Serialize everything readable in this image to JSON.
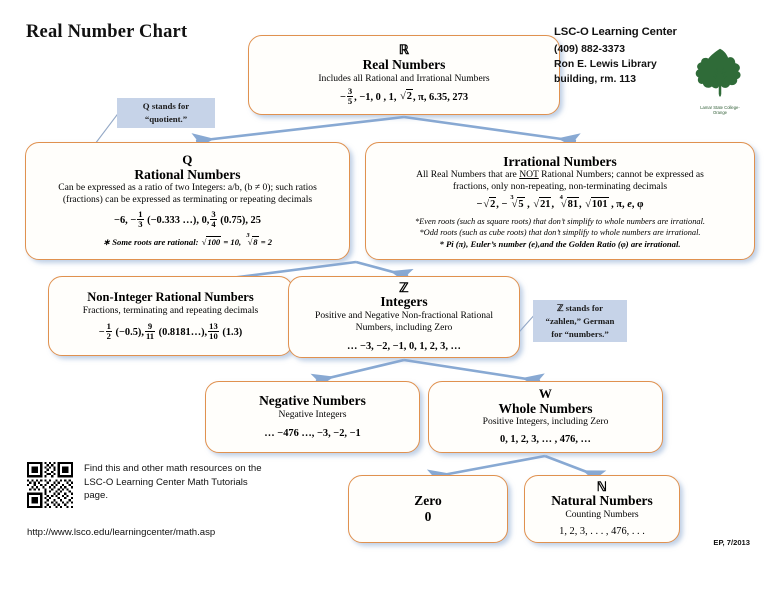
{
  "page": {
    "title": "Real Number Chart",
    "credit": "EP, 7/2013",
    "url": "http://www.lsco.edu/learningcenter/math.asp",
    "qr_text": "Find this and other math resources on the LSC-O Learning Center Math Tutorials page.",
    "accent_border": "#e0914f",
    "arrow_color": "#88a9d3",
    "callout_bg": "#c6d3e8",
    "logo_color": "#2f6b38"
  },
  "header": {
    "org": "LSC-O Learning Center",
    "phone": "(409) 882-3373",
    "address_line1": "Ron E. Lewis Library",
    "address_line2": "building, rm. 113",
    "logo_caption_line1": "Lamar State College-",
    "logo_caption_line2": "Orange"
  },
  "callouts": [
    {
      "id": "q-callout",
      "line1": "Q stands for",
      "line2": "“quotient.”"
    },
    {
      "id": "z-callout",
      "line1": "ℤ stands for",
      "line2": "“zahlen,” German",
      "line3": "for “numbers.”"
    }
  ],
  "boxes": {
    "real": {
      "symbol": "ℝ",
      "title": "Real Numbers",
      "desc": "Includes all Rational and Irrational Numbers",
      "examples": "− 3/5 , −1, 0 , 1, √2, π, 6.35, 273"
    },
    "rational": {
      "symbol": "Q",
      "title": "Rational Numbers",
      "desc_line1": "Can be expressed as a ratio of two Integers: a/b, (b ≠ 0); such ratios",
      "desc_line2": "(fractions) can be expressed as terminating or repeating decimals",
      "examples": "−6, − 1/3 (−0.333 …), 0, 3/4 (0.75), 25",
      "note": "* Some roots are rational: √100 = 10, ∛8 = 2"
    },
    "irrational": {
      "title": "Irrational Numbers",
      "desc_line1_a": "All Real Numbers that are ",
      "desc_line1_not": "NOT",
      "desc_line1_b": " Rational Numbers; cannot be expressed as",
      "desc_line2": "fractions, only non-repeating, non-terminating decimals",
      "examples": "−√2, −∛5 , √21, ∜81, √101 , π, e, φ",
      "note1": "*Even roots (such as square roots) that don’t simplify to whole numbers are irrational.",
      "note2": "*Odd roots (such as cube roots) that don’t simplify to whole numbers are irrational.",
      "note3": "* Pi (π), Euler’s number (e),and the Golden Ratio (φ) are irrational."
    },
    "noninteger": {
      "title": "Non-Integer Rational Numbers",
      "desc": "Fractions, terminating and repeating decimals",
      "examples": "− 1/2 (−0.5), 9/11 (0.8181 …), 13/10 (1.3)"
    },
    "integers": {
      "symbol": "ℤ",
      "title": "Integers",
      "desc_line1": "Positive and Negative Non-fractional Rational",
      "desc_line2": "Numbers, including Zero",
      "examples": "… −3, −2, −1, 0, 1, 2, 3, …"
    },
    "negative": {
      "title": "Negative Numbers",
      "desc": "Negative Integers",
      "examples": "… −476 …, −3, −2, −1"
    },
    "whole": {
      "symbol": "W",
      "title": "Whole Numbers",
      "desc": "Positive Integers, including Zero",
      "examples": "0, 1, 2, 3, … , 476, …"
    },
    "zero": {
      "title": "Zero",
      "examples": "0"
    },
    "natural": {
      "symbol": "ℕ",
      "title": "Natural Numbers",
      "desc": "Counting Numbers",
      "examples": "1, 2, 3, . . . , 476, . . ."
    }
  }
}
